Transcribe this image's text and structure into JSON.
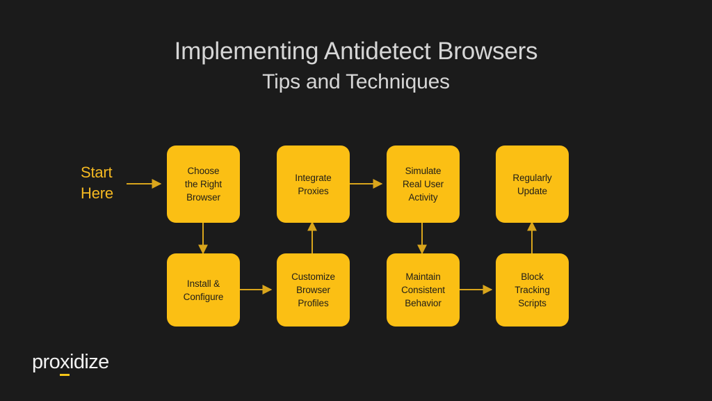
{
  "slide": {
    "background_color": "#1b1b1b",
    "accent_color": "#fbbf14",
    "title_color": "#d6d6d6",
    "title": "Implementing Antidetect Browsers",
    "subtitle": "Tips and Techniques"
  },
  "flow": {
    "start_label_line1": "Start",
    "start_label_line2": "Here",
    "start_label_color": "#f5b921",
    "node_text_color": "#1f1d18",
    "nodes": [
      {
        "id": "choose-the-right-browser",
        "label": "Choose\nthe Right\nBrowser",
        "row": "top",
        "column": 1
      },
      {
        "id": "install-and-configure",
        "label": "Install &\nConfigure",
        "row": "bottom",
        "column": 1
      },
      {
        "id": "customize-browser-profiles",
        "label": "Customize\nBrowser\nProfiles",
        "row": "bottom",
        "column": 2
      },
      {
        "id": "integrate-proxies",
        "label": "Integrate\nProxies",
        "row": "top",
        "column": 2
      },
      {
        "id": "simulate-real-user-activity",
        "label": "Simulate\nReal User\nActivity",
        "row": "top",
        "column": 3
      },
      {
        "id": "maintain-consistent-behavior",
        "label": "Maintain\nConsistent\nBehavior",
        "row": "bottom",
        "column": 3
      },
      {
        "id": "block-tracking-scripts",
        "label": "Block\nTracking\nScripts",
        "row": "bottom",
        "column": 4
      },
      {
        "id": "regularly-update",
        "label": "Regularly\nUpdate",
        "row": "top",
        "column": 4
      }
    ],
    "connectors": [
      {
        "id": "start-to-choose",
        "from": "start-here",
        "to": "choose-the-right-browser",
        "direction": "right"
      },
      {
        "id": "choose-to-install",
        "from": "choose-the-right-browser",
        "to": "install-and-configure",
        "direction": "down"
      },
      {
        "id": "install-to-customize",
        "from": "install-and-configure",
        "to": "customize-browser-profiles",
        "direction": "right"
      },
      {
        "id": "customize-to-integrate",
        "from": "customize-browser-profiles",
        "to": "integrate-proxies",
        "direction": "up"
      },
      {
        "id": "integrate-to-simulate",
        "from": "integrate-proxies",
        "to": "simulate-real-user-activity",
        "direction": "right"
      },
      {
        "id": "simulate-to-maintain",
        "from": "simulate-real-user-activity",
        "to": "maintain-consistent-behavior",
        "direction": "down"
      },
      {
        "id": "maintain-to-block",
        "from": "maintain-consistent-behavior",
        "to": "block-tracking-scripts",
        "direction": "right"
      },
      {
        "id": "block-to-regularly-update",
        "from": "block-tracking-scripts",
        "to": "regularly-update",
        "direction": "up"
      }
    ]
  },
  "logo": {
    "text_before": "pro",
    "text_x": "x",
    "text_after": "idize",
    "color": "#f2f2f2",
    "underline_color": "#f5c518"
  }
}
